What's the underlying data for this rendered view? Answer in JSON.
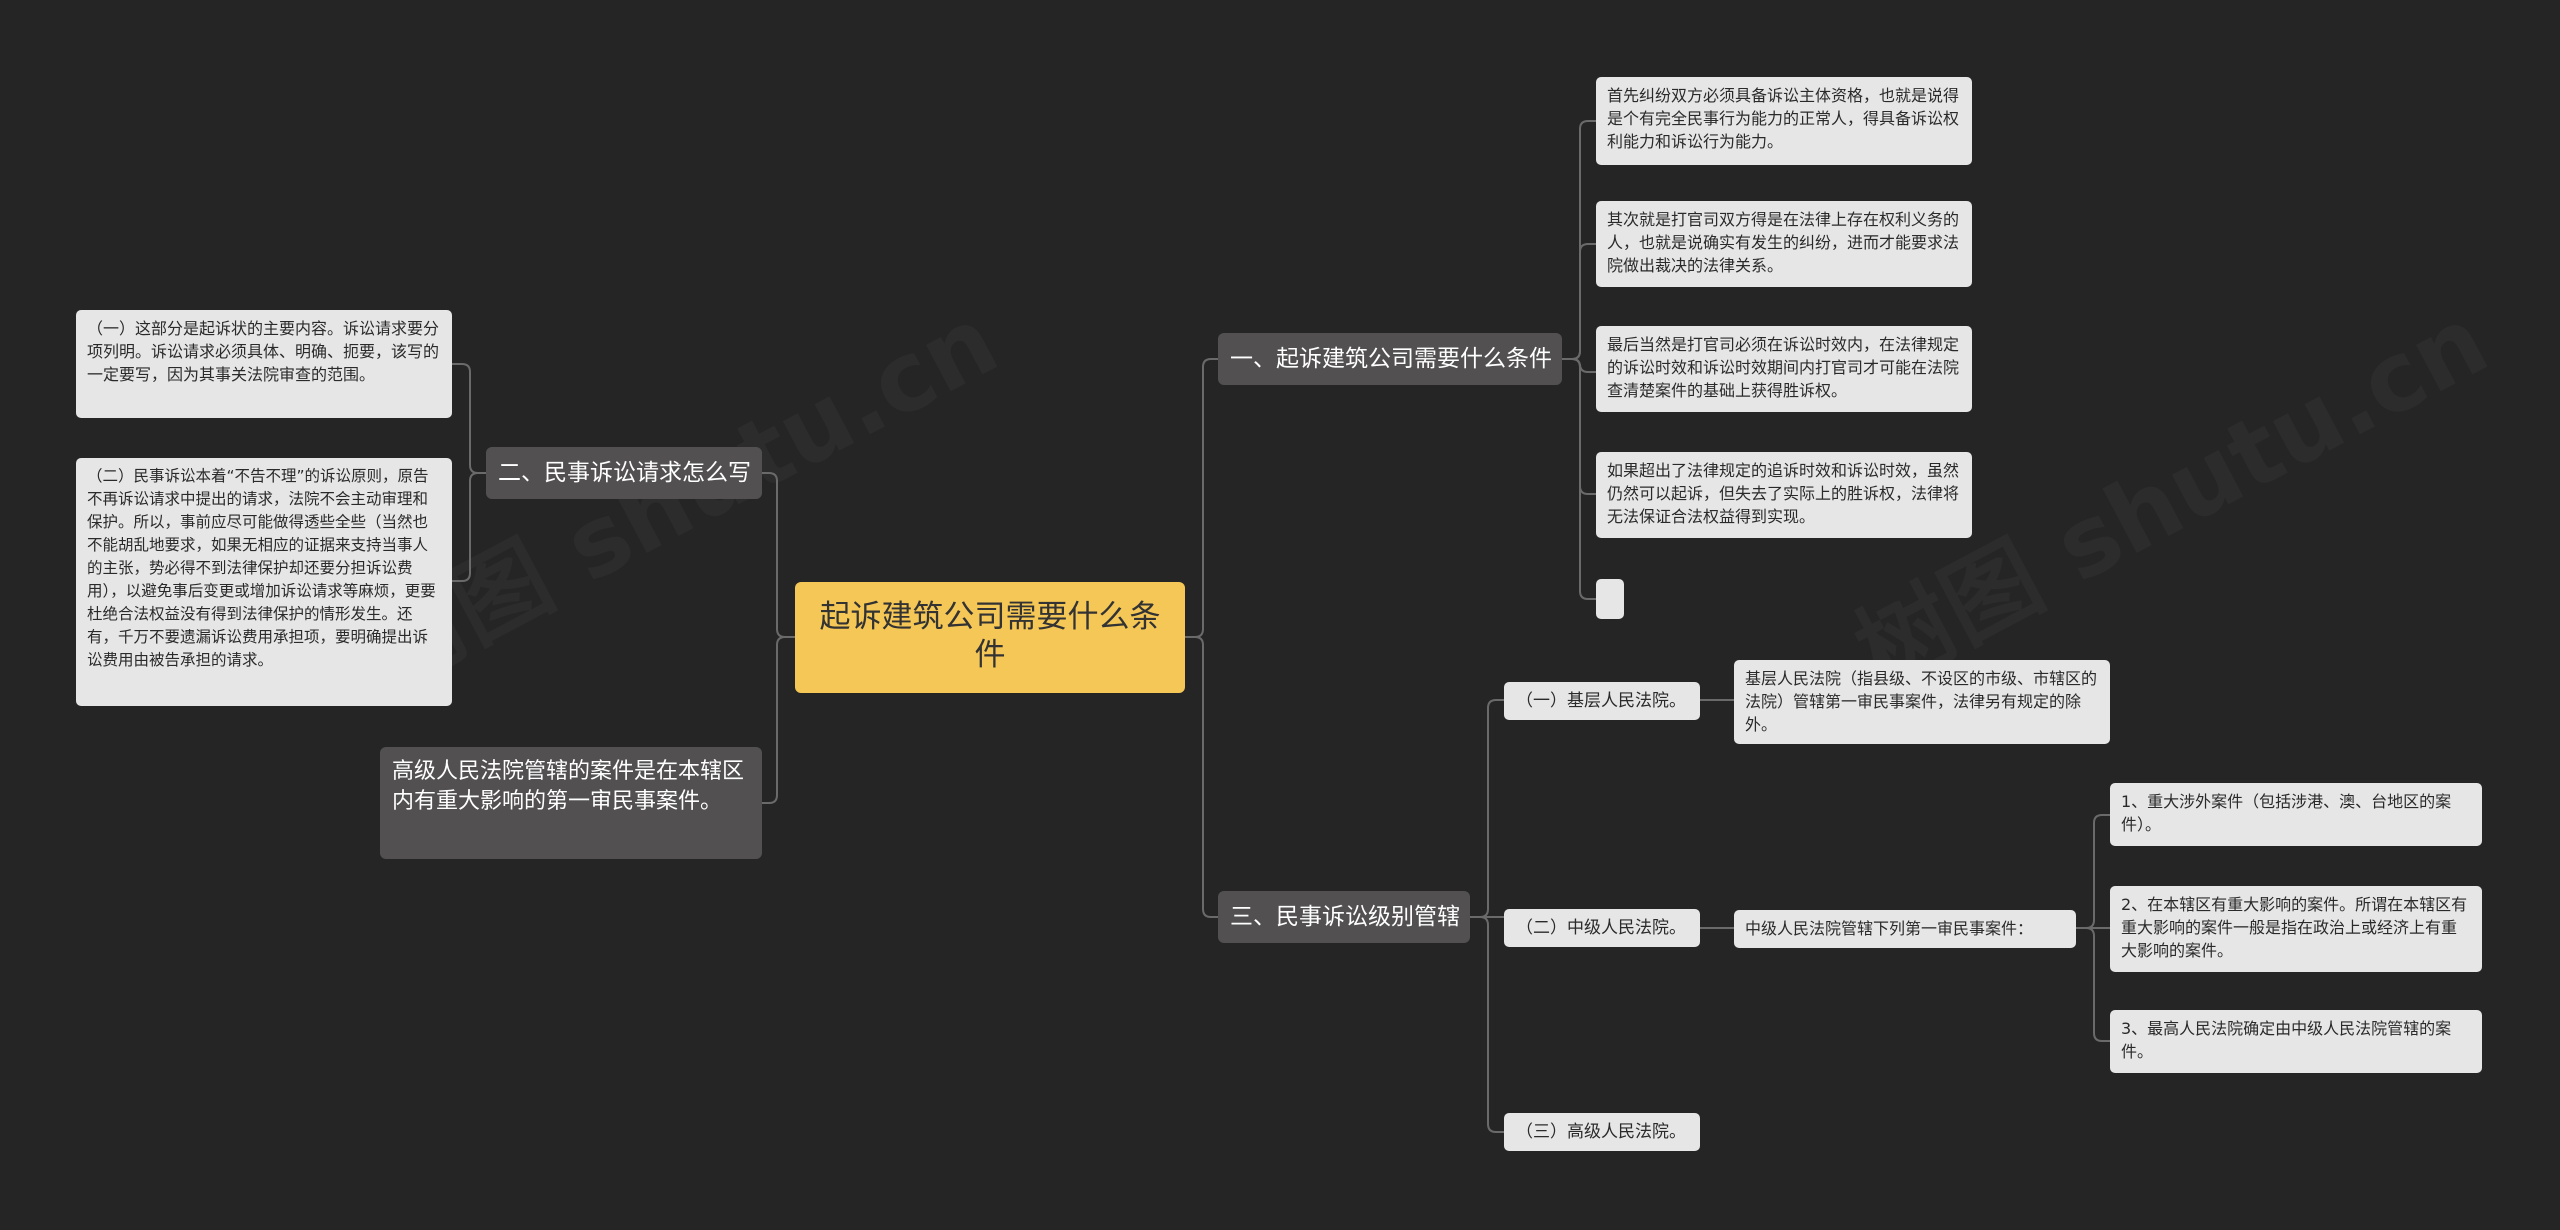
{
  "root": {
    "label": "起诉建筑公司需要什么条件"
  },
  "branches": {
    "b1": "一、起诉建筑公司需要什么条件",
    "b2": "二、民事诉讼请求怎么写",
    "b3": "三、民事诉讼级别管辖",
    "left_note": "高级人民法院管辖的案件是在本辖区内有重大影响的第一审民事案件。"
  },
  "b1_items": [
    "首先纠纷双方必须具备诉讼主体资格，也就是说得是个有完全民事行为能力的正常人，得具备诉讼权利能力和诉讼行为能力。",
    "其次就是打官司双方得是在法律上存在权利义务的人，也就是说确实有发生的纠纷，进而才能要求法院做出裁决的法律关系。",
    "最后当然是打官司必须在诉讼时效内，在法律规定的诉讼时效和诉讼时效期间内打官司才可能在法院查清楚案件的基础上获得胜诉权。",
    "如果超出了法律规定的追诉时效和诉讼时效，虽然仍然可以起诉，但失去了实际上的胜诉权，法律将无法保证合法权益得到实现。",
    ""
  ],
  "b2_items": [
    "（一）这部分是起诉状的主要内容。诉讼请求要分项列明。诉讼请求必须具体、明确、扼要，该写的一定要写，因为其事关法院审查的范围。",
    "（二）民事诉讼本着“不告不理”的诉讼原则，原告不再诉讼请求中提出的请求，法院不会主动审理和保护。所以，事前应尽可能做得透些全些（当然也不能胡乱地要求，如果无相应的证据来支持当事人的主张，势必得不到法律保护却还要分担诉讼费用），以避免事后变更或增加诉讼请求等麻烦，更要杜绝合法权益没有得到法律保护的情形发生。还有，千万不要遗漏诉讼费用承担项，要明确提出诉讼费用由被告承担的请求。"
  ],
  "b3": {
    "c1": {
      "label": "（一）基层人民法院。",
      "detail": "基层人民法院（指县级、不设区的市级、市辖区的法院）管辖第一审民事案件，法律另有规定的除外。"
    },
    "c2": {
      "label": "（二）中级人民法院。",
      "detail": "中级人民法院管辖下列第一审民事案件：",
      "items": [
        "1、重大涉外案件（包括涉港、澳、台地区的案件）。",
        "2、在本辖区有重大影响的案件。所谓在本辖区有重大影响的案件一般是指在政治上或经济上有重大影响的案件。",
        "3、最高人民法院确定由中级人民法院管辖的案件。"
      ]
    },
    "c3": {
      "label": "（三）高级人民法院。"
    }
  },
  "colors": {
    "background": "#252525",
    "root": "#f5c757",
    "branch": "#525050",
    "leaf": "#e6e6e6",
    "line": "#6a6a6a"
  }
}
